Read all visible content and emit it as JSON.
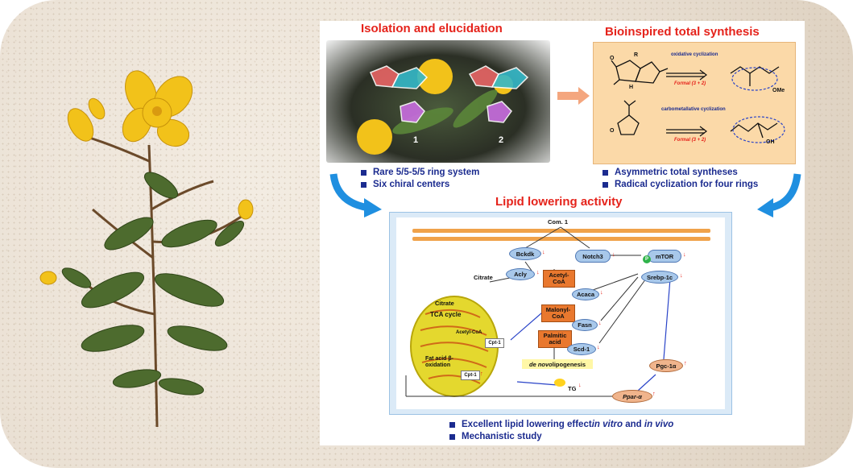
{
  "sections": {
    "isolation": {
      "title": "Isolation and elucidation",
      "compound_labels": [
        "1",
        "2"
      ],
      "bullets": [
        "Rare 5/5-5/5 ring system",
        "Six chiral centers"
      ]
    },
    "synthesis": {
      "title": "Bioinspired total synthesis",
      "scheme_top": {
        "reaction": "oxidative cyclization",
        "formal": "Formal (3 + 2)",
        "atoms": [
          "R",
          "H",
          "O",
          "OMe"
        ]
      },
      "scheme_bottom": {
        "reaction": "carbometallative cyclization",
        "formal": "Formal (3 + 2)",
        "atoms": [
          "O",
          "OH"
        ]
      },
      "bullets": [
        "Asymmetric total syntheses",
        "Radical cyclization for four rings"
      ]
    },
    "lipid": {
      "title": "Lipid lowering activity",
      "bullets_line1_a": "Excellent lipid lowering effect ",
      "bullets_line1_b": "in vitro",
      "bullets_line1_c": " and ",
      "bullets_line1_d": "in vivo",
      "bullets_line2": "Mechanistic study"
    }
  },
  "pathway": {
    "compound": "Com. 1",
    "nodes": {
      "bckdk": "Bckdk",
      "notch3": "Notch3",
      "mtor": "mTOR",
      "p": "P",
      "acly": "Acly",
      "acetyl": "Acetyl-\nCoA",
      "citrate_out": "Citrate",
      "srebp": "Srebp-1c",
      "acaca": "Acaca",
      "malonyl": "Malonyl-\nCoA",
      "fasn": "Fasn",
      "palmitic": "Palmitic\nacid",
      "scd1": "Scd-1",
      "denovo_a": "de novo",
      "denovo_b": " lipogenesis",
      "pgc": "Pgc-1α",
      "ppar": "Ppar-α",
      "tg": "TG",
      "citrate_in": "Citrate",
      "tca": "TCA cycle",
      "acetylcoa_in": "Acetyl-CoA",
      "cpt1a": "Cpt-1",
      "cpt1b": "Cpt-1",
      "fao": "Fat acid β-\noxidation"
    },
    "down": "↓",
    "up": "↑"
  },
  "colors": {
    "accent_red": "#e5231b",
    "bullet_blue": "#1b2b8f",
    "arrow_blue": "#1f8fe0",
    "arrow_orange": "#f4a67e"
  }
}
